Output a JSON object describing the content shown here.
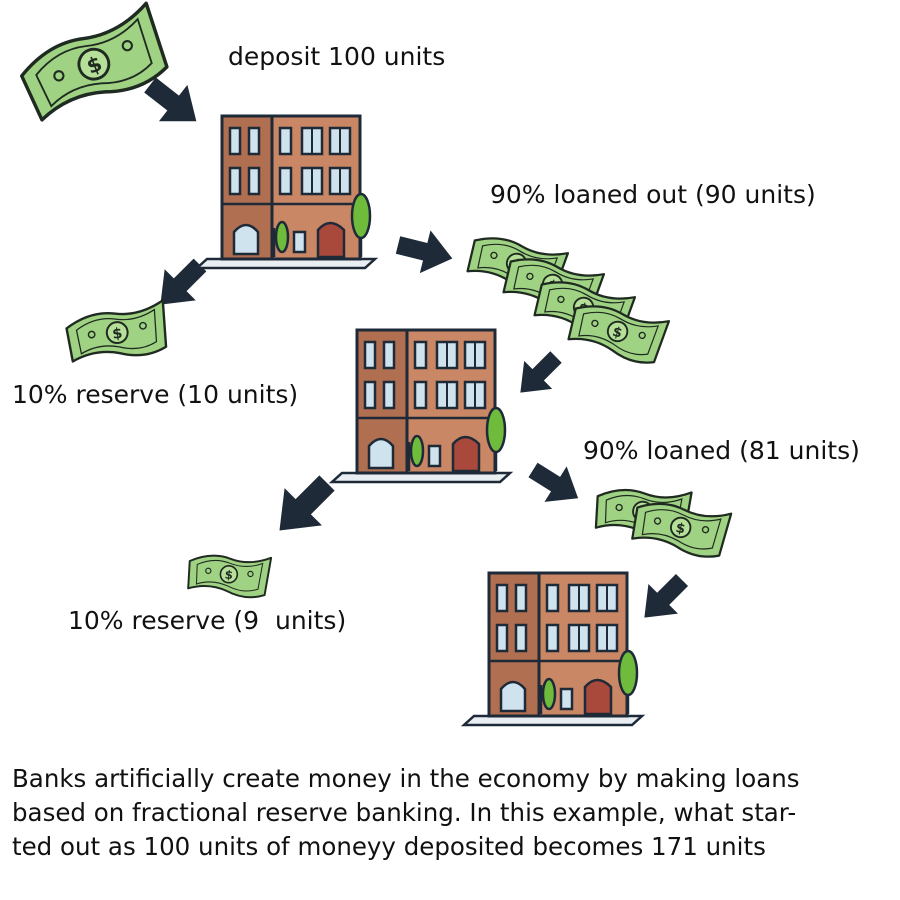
{
  "labels": {
    "deposit": "deposit 100 units",
    "loan_1": "90% loaned out (90 units)",
    "reserve_1": "10% reserve (10 units)",
    "loan_2": "90% loaned (81 units)",
    "reserve_2": "10% reserve (9  units)"
  },
  "caption": {
    "line_1": "Banks artificially create money in the economy by making loans",
    "line_2": "based on fractional reserve banking. In this example, what star-",
    "line_3": "ted out as 100 units of moneyy deposited becomes 171 units"
  },
  "colors": {
    "bill": "#9fd283",
    "bill_outline": "#1f2a20",
    "building": "#c98765",
    "window": "#cfe3ee",
    "door": "#a9493b",
    "tree": "#6fbb3c",
    "arrow": "#1e2a38"
  },
  "icons": [
    "dollar-bill-icon",
    "bank-building-icon",
    "arrow-icon",
    "tree-icon"
  ]
}
